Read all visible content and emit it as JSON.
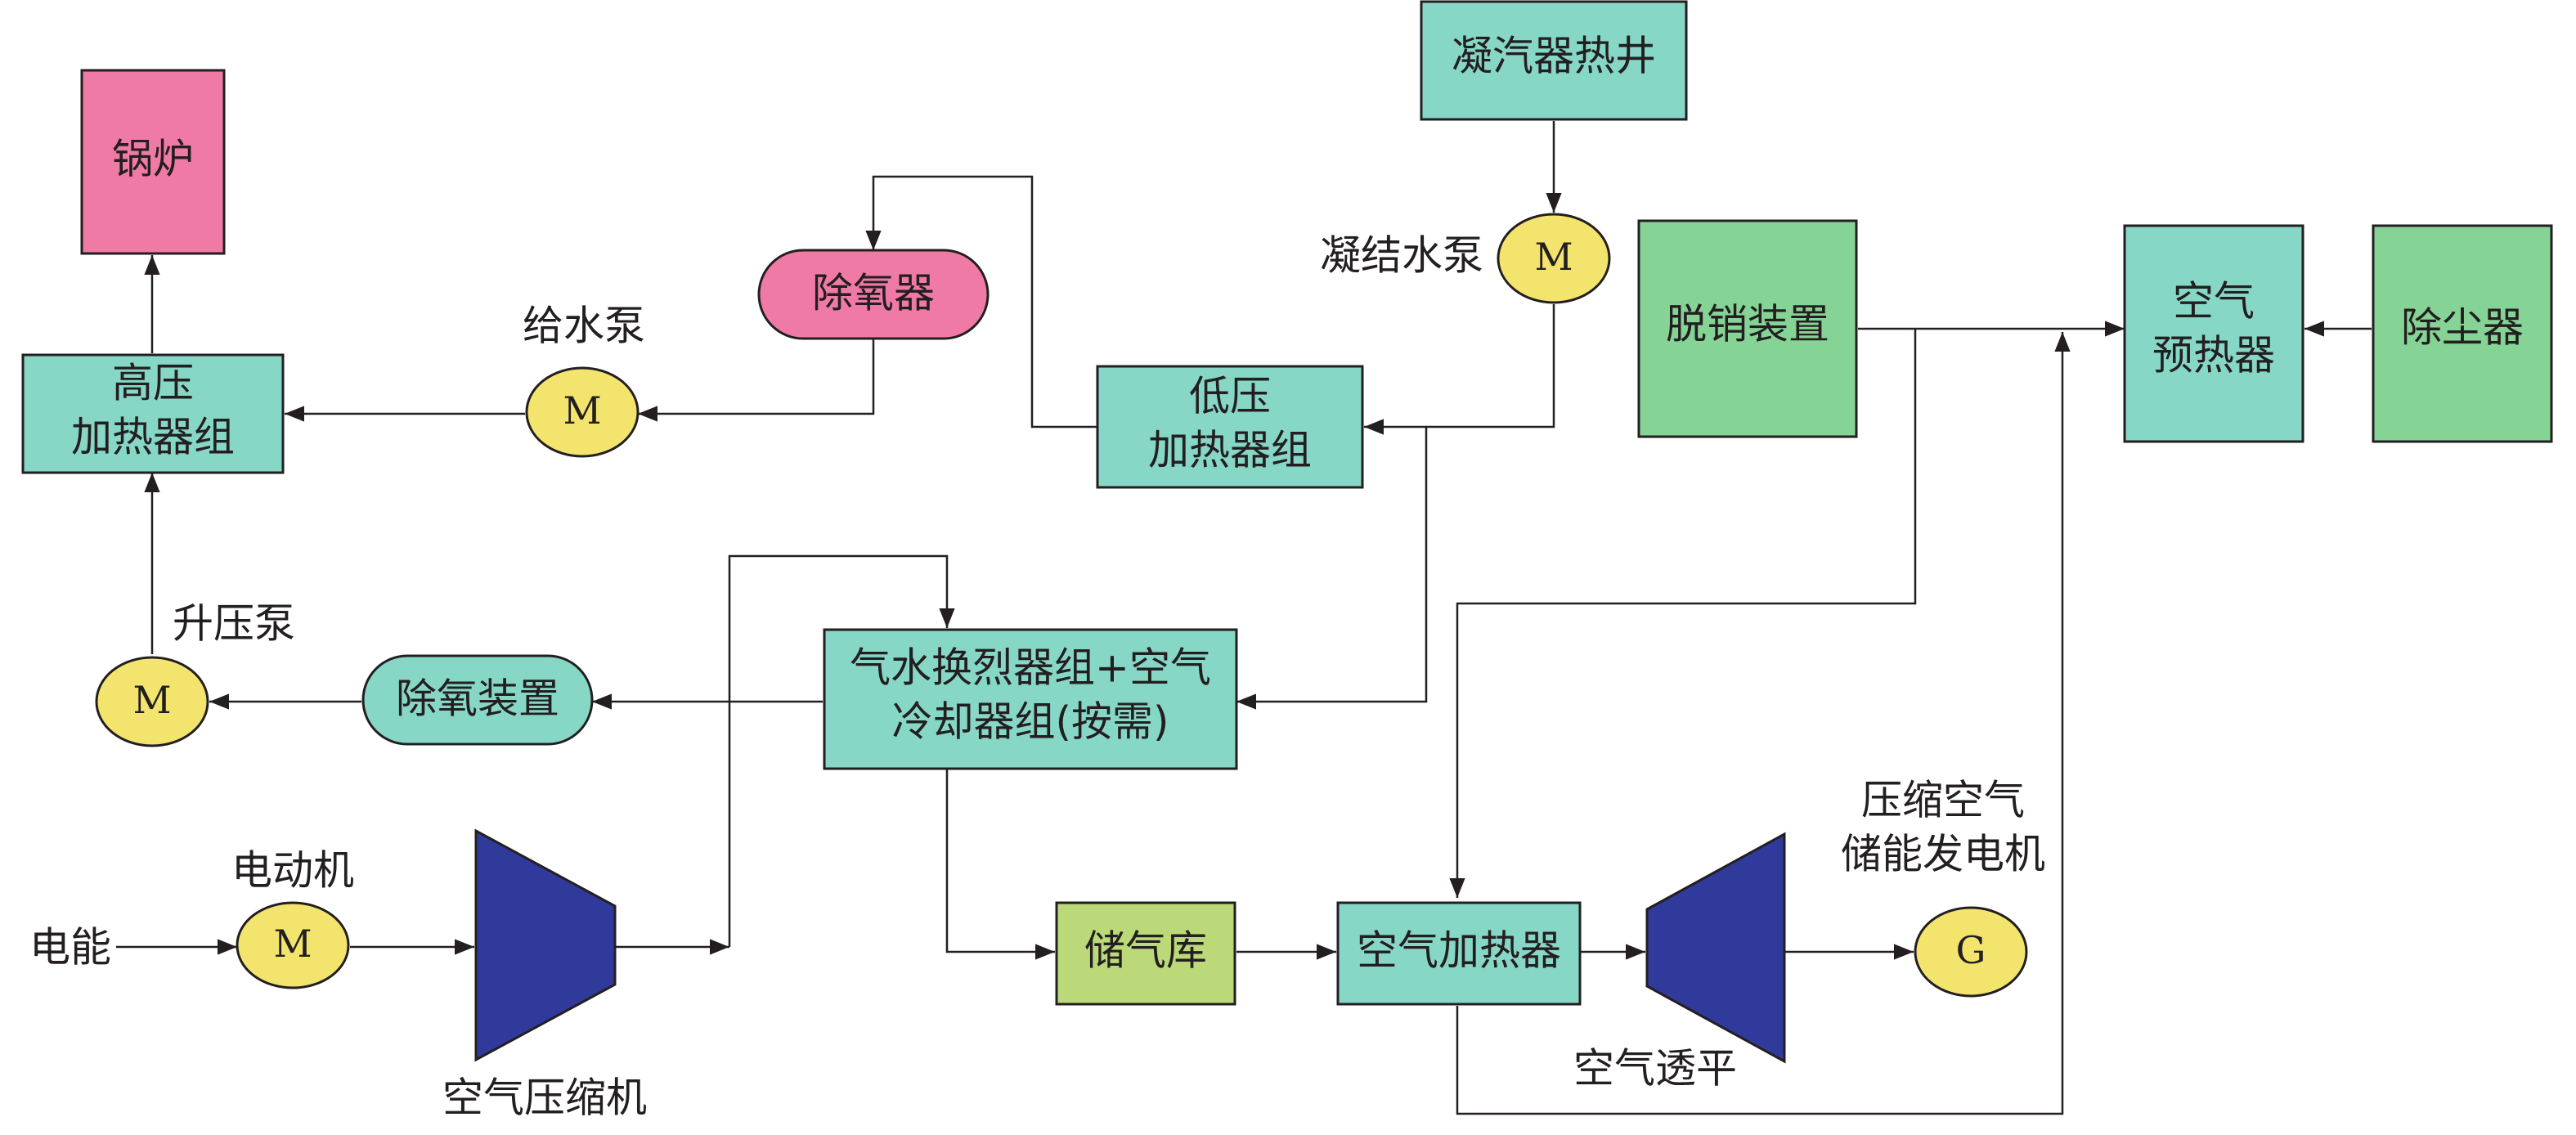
{
  "colors": {
    "teal": "#87d7c6",
    "pink": "#f07aa6",
    "green": "#85d496",
    "lime": "#bcd97a",
    "yellow": "#f3e46e",
    "blue": "#303a9a",
    "stroke": "#231f20"
  },
  "nodes": {
    "boiler": "锅炉",
    "hp_heater_1": "高压",
    "hp_heater_2": "加热器组",
    "deaerator": "除氧器",
    "feed_pump": "给水泵",
    "boost_pump": "升压泵",
    "deaeration_unit": "除氧装置",
    "condenser_hotwell": "凝汽器热井",
    "condensate_pump": "凝结水泵",
    "lp_heater_1": "低压",
    "lp_heater_2": "加热器组",
    "exchanger_1": "气水换烈器组+空气",
    "exchanger_2": "冷却器组(按需)",
    "denox": "脱销装置",
    "air_preheater_1": "空气",
    "air_preheater_2": "预热器",
    "dust_collector": "除尘器",
    "electric_power": "电能",
    "motor": "电动机",
    "air_compressor": "空气压缩机",
    "gas_storage": "储气库",
    "air_heater": "空气加热器",
    "air_turbine": "空气透平",
    "caes_generator_1": "压缩空气",
    "caes_generator_2": "储能发电机",
    "motor_symbol": "M",
    "generator_symbol": "G"
  }
}
